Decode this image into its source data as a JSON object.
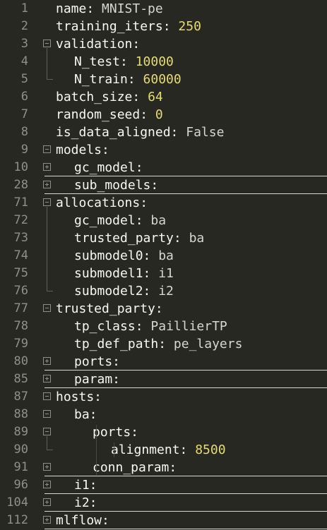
{
  "editor": {
    "lines": [
      {
        "num": "1",
        "key": "name:",
        "value": "MNIST-pe",
        "value_type": "str",
        "indent": 0,
        "fold": ""
      },
      {
        "num": "2",
        "key": "training_iters:",
        "value": "250",
        "value_type": "num",
        "indent": 0,
        "fold": ""
      },
      {
        "num": "3",
        "key": "validation:",
        "value": "",
        "value_type": "",
        "indent": 0,
        "fold": "minus"
      },
      {
        "num": "4",
        "key": "N_test:",
        "value": "10000",
        "value_type": "num",
        "indent": 1,
        "fold": ""
      },
      {
        "num": "5",
        "key": "N_train:",
        "value": "60000",
        "value_type": "num",
        "indent": 1,
        "fold": ""
      },
      {
        "num": "6",
        "key": "batch_size:",
        "value": "64",
        "value_type": "num",
        "indent": 0,
        "fold": ""
      },
      {
        "num": "7",
        "key": "random_seed:",
        "value": "0",
        "value_type": "num",
        "indent": 0,
        "fold": ""
      },
      {
        "num": "8",
        "key": "is_data_aligned:",
        "value": "False",
        "value_type": "str",
        "indent": 0,
        "fold": ""
      },
      {
        "num": "9",
        "key": "models:",
        "value": "",
        "value_type": "",
        "indent": 0,
        "fold": "minus"
      },
      {
        "num": "10",
        "key": "gc_model:",
        "value": "",
        "value_type": "",
        "indent": 1,
        "fold": "plus"
      },
      {
        "num": "28",
        "key": "sub_models:",
        "value": "",
        "value_type": "",
        "indent": 1,
        "fold": "plus"
      },
      {
        "num": "71",
        "key": "allocations:",
        "value": "",
        "value_type": "",
        "indent": 0,
        "fold": "minus"
      },
      {
        "num": "72",
        "key": "gc_model:",
        "value": "ba",
        "value_type": "str",
        "indent": 1,
        "fold": ""
      },
      {
        "num": "73",
        "key": "trusted_party:",
        "value": "ba",
        "value_type": "str",
        "indent": 1,
        "fold": ""
      },
      {
        "num": "74",
        "key": "submodel0:",
        "value": "ba",
        "value_type": "str",
        "indent": 1,
        "fold": ""
      },
      {
        "num": "75",
        "key": "submodel1:",
        "value": "i1",
        "value_type": "str",
        "indent": 1,
        "fold": ""
      },
      {
        "num": "76",
        "key": "submodel2:",
        "value": "i2",
        "value_type": "str",
        "indent": 1,
        "fold": ""
      },
      {
        "num": "77",
        "key": "trusted_party:",
        "value": "",
        "value_type": "",
        "indent": 0,
        "fold": "minus"
      },
      {
        "num": "78",
        "key": "tp_class:",
        "value": "PaillierTP",
        "value_type": "str",
        "indent": 1,
        "fold": ""
      },
      {
        "num": "79",
        "key": "tp_def_path:",
        "value": "pe_layers",
        "value_type": "str",
        "indent": 1,
        "fold": ""
      },
      {
        "num": "80",
        "key": "ports:",
        "value": "",
        "value_type": "",
        "indent": 1,
        "fold": "plus"
      },
      {
        "num": "85",
        "key": "param:",
        "value": "",
        "value_type": "",
        "indent": 1,
        "fold": "plus"
      },
      {
        "num": "87",
        "key": "hosts:",
        "value": "",
        "value_type": "",
        "indent": 0,
        "fold": "minus"
      },
      {
        "num": "88",
        "key": "ba:",
        "value": "",
        "value_type": "",
        "indent": 1,
        "fold": "minus"
      },
      {
        "num": "89",
        "key": "ports:",
        "value": "",
        "value_type": "",
        "indent": 2,
        "fold": "minus"
      },
      {
        "num": "90",
        "key": "alignment:",
        "value": "8500",
        "value_type": "num",
        "indent": 3,
        "fold": ""
      },
      {
        "num": "91",
        "key": "conn_param:",
        "value": "",
        "value_type": "",
        "indent": 2,
        "fold": "plus"
      },
      {
        "num": "96",
        "key": "i1:",
        "value": "",
        "value_type": "",
        "indent": 1,
        "fold": "plus"
      },
      {
        "num": "104",
        "key": "i2:",
        "value": "",
        "value_type": "",
        "indent": 1,
        "fold": "plus"
      },
      {
        "num": "112",
        "key": "mlflow:",
        "value": "",
        "value_type": "",
        "indent": 0,
        "fold": "plus"
      }
    ]
  },
  "colors": {
    "background": "#272822",
    "key": "#f8f8f2",
    "number": "#e6db74",
    "string": "#d6d6d2",
    "line_number": "#90908a"
  }
}
